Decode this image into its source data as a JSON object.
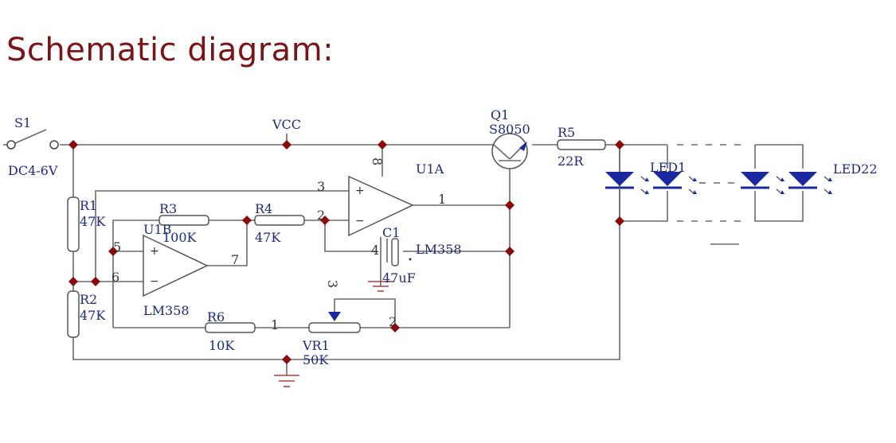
{
  "title": "Schematic diagram:",
  "colors": {
    "title": "#7a1416",
    "labels": "#1e2a7a",
    "junction": "#8b0a0a",
    "led": "#1a2a9e",
    "wire": "#6b6b6b"
  },
  "power": {
    "switch": "S1",
    "supply": "DC4-6V",
    "rail": "VCC"
  },
  "resistors": {
    "r1": {
      "name": "R1",
      "value": "47K"
    },
    "r2": {
      "name": "R2",
      "value": "47K"
    },
    "r3": {
      "name": "R3",
      "value": "100K"
    },
    "r4": {
      "name": "R4",
      "value": "47K"
    },
    "r5": {
      "name": "R5",
      "value": "22R"
    },
    "r6": {
      "name": "R6",
      "value": "10K"
    }
  },
  "pot": {
    "name": "VR1",
    "value": "50K",
    "pins": [
      "1",
      "2",
      "3"
    ]
  },
  "capacitor": {
    "name": "C1",
    "value": "47uF"
  },
  "opamp_a": {
    "name": "U1A",
    "part": "LM358",
    "pins": {
      "inp": "3",
      "inn": "2",
      "out": "1",
      "vcc": "8",
      "gnd": "4"
    }
  },
  "opamp_b": {
    "name": "U1B",
    "part": "LM358",
    "pins": {
      "inp": "5",
      "inn": "6",
      "out": "7"
    }
  },
  "transistor": {
    "name": "Q1",
    "part": "S8050"
  },
  "leds": {
    "first": "LED1",
    "last": "LED22"
  },
  "signs": {
    "plus": "+",
    "minus": "−"
  }
}
